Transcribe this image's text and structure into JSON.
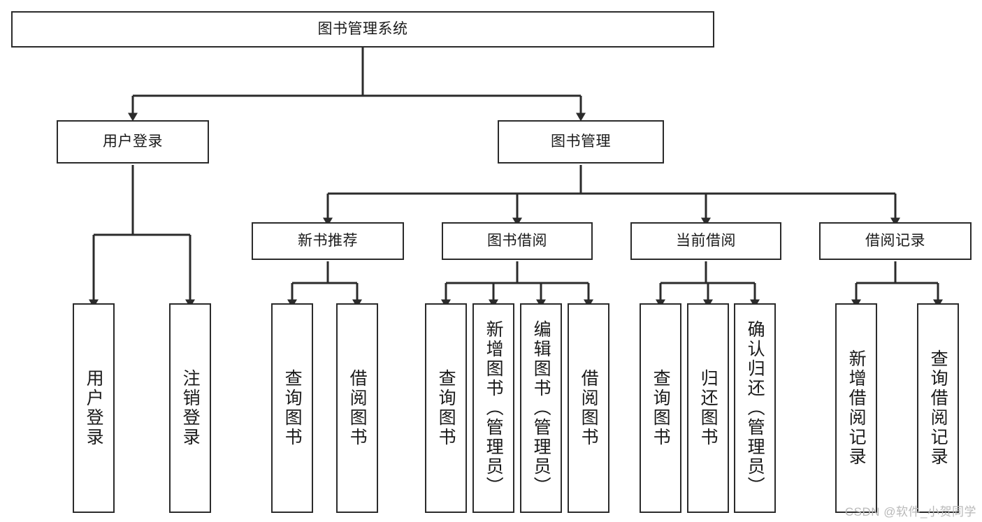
{
  "diagram": {
    "type": "tree",
    "title": "图书管理系统",
    "watermark": "CSDN @软件_小贺同学",
    "colors": {
      "stroke": "#2b2b2b",
      "fill": "#ffffff",
      "text": "#1a1a1a",
      "watermark": "#b9b9b9"
    },
    "nodes": {
      "root": {
        "label": "图书管理系统"
      },
      "level2": [
        {
          "id": "user-login",
          "label": "用户登录"
        },
        {
          "id": "book-manage",
          "label": "图书管理"
        }
      ],
      "level3": [
        {
          "id": "new-book-rec",
          "label": "新书推荐"
        },
        {
          "id": "book-borrow",
          "label": "图书借阅"
        },
        {
          "id": "current-borrow",
          "label": "当前借阅"
        },
        {
          "id": "borrow-record",
          "label": "借阅记录"
        }
      ],
      "leaves": {
        "user-login": [
          {
            "id": "leaf-user-login",
            "label": "用户登录"
          },
          {
            "id": "leaf-logout-login",
            "label": "注销登录"
          }
        ],
        "new-book-rec": [
          {
            "id": "leaf-query-book-1",
            "label": "查询图书"
          },
          {
            "id": "leaf-borrow-book-1",
            "label": "借阅图书"
          }
        ],
        "book-borrow": [
          {
            "id": "leaf-query-book-2",
            "label": "查询图书"
          },
          {
            "id": "leaf-add-book",
            "label": "新增图书（管理员）"
          },
          {
            "id": "leaf-edit-book",
            "label": "编辑图书（管理员）"
          },
          {
            "id": "leaf-borrow-book-2",
            "label": "借阅图书"
          }
        ],
        "current-borrow": [
          {
            "id": "leaf-query-book-3",
            "label": "查询图书"
          },
          {
            "id": "leaf-return-book",
            "label": "归还图书"
          },
          {
            "id": "leaf-confirm-return",
            "label": "确认归还（管理员）"
          }
        ],
        "borrow-record": [
          {
            "id": "leaf-add-record",
            "label": "新增借阅记录"
          },
          {
            "id": "leaf-query-record",
            "label": "查询借阅记录"
          }
        ]
      }
    }
  }
}
